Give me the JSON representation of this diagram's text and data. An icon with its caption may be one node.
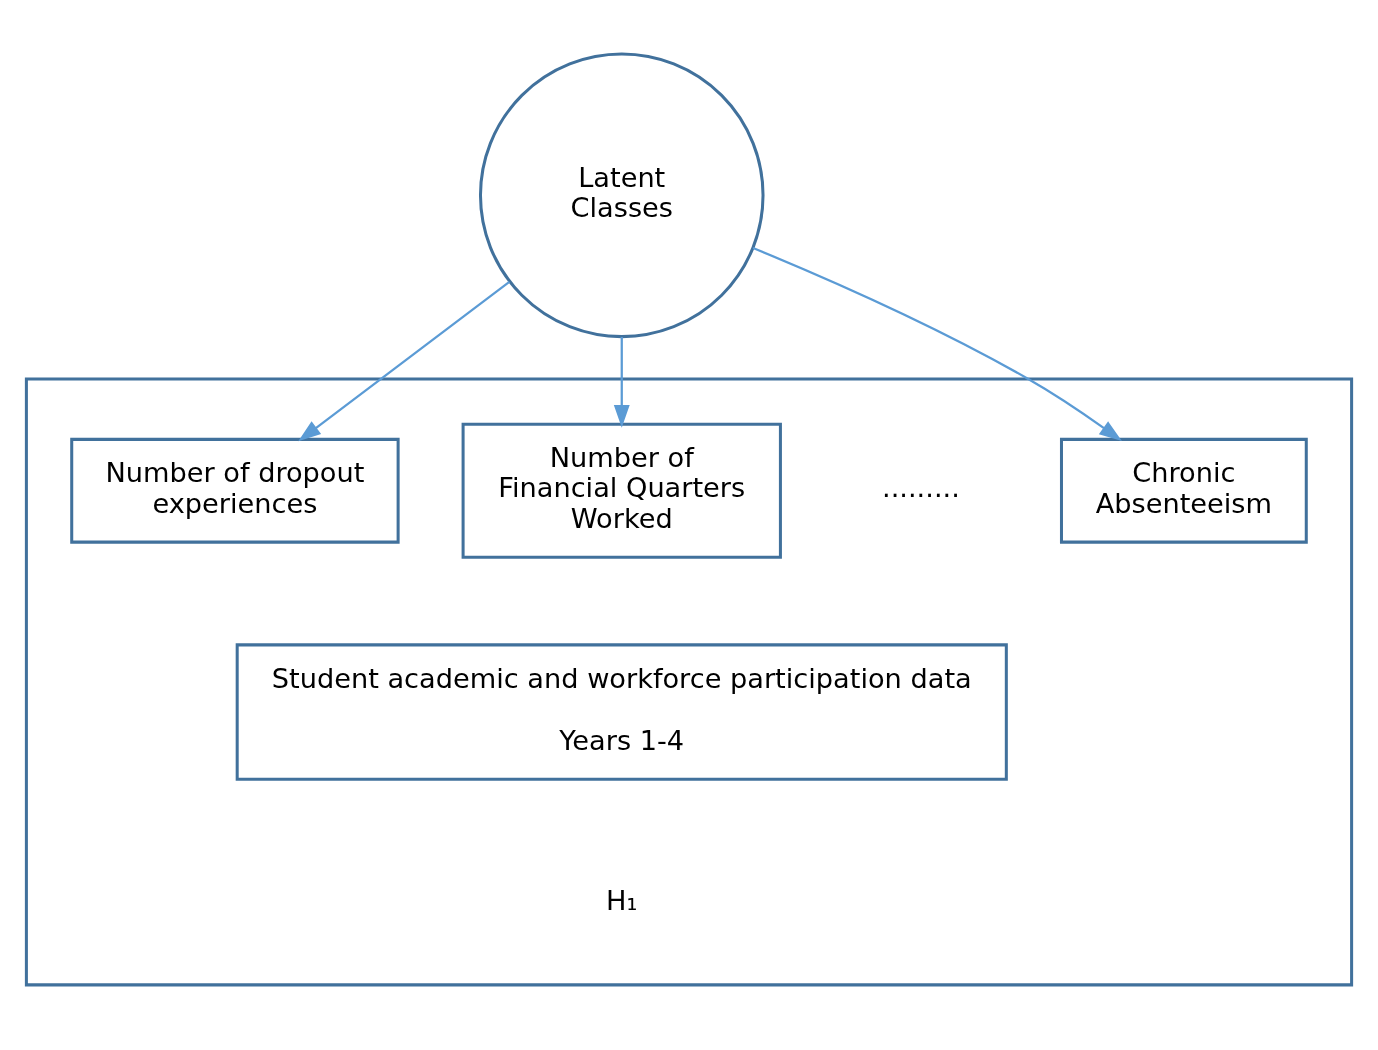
{
  "diagram": {
    "nodes": [
      {
        "text": [
          "Latent Classes"
        ]
      },
      {
        "text": [],
        "shape": "box"
      },
      {
        "text": [
          "Number of dropout experiences"
        ],
        "in": 1
      },
      {
        "text": [
          "Number of Financial Quarters Worked"
        ],
        "in": 1
      },
      {
        "text": [
          "Chronic Absenteeism"
        ],
        "in": 1
      },
      {
        "text": [
          "Student academic and workforce participation data",
          "Years 1-4"
        ],
        "in": 1
      }
    ],
    "edges": [
      {
        "from": 0,
        "to": 2,
        "arrow": "to"
      },
      {
        "from": 0,
        "to": 3,
        "arrow": "to"
      },
      {
        "from": 0,
        "to": 4,
        "arrow": "to"
      }
    ],
    "labels": [
      ".........",
      "H₁"
    ]
  }
}
